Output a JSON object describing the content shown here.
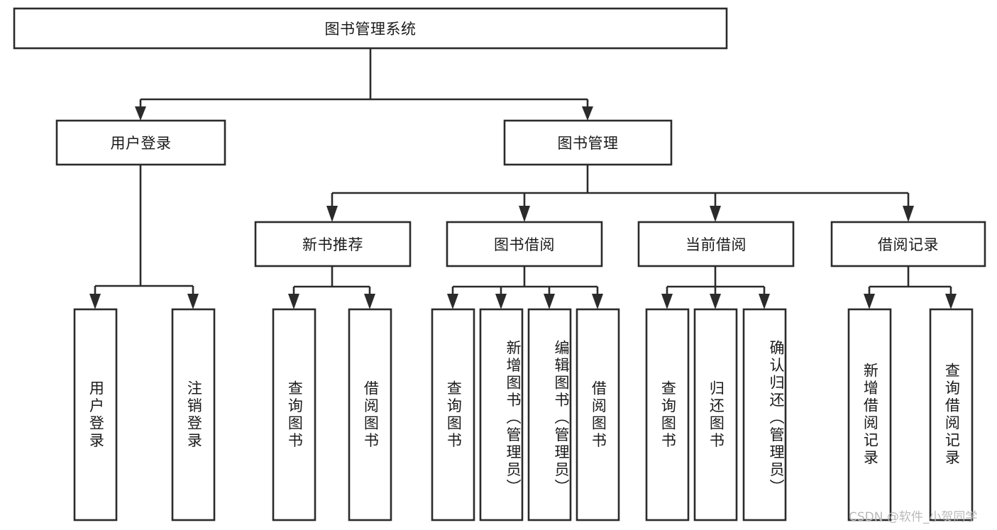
{
  "diagram": {
    "title": "图书管理系统",
    "type": "tree-hierarchy-diagram",
    "watermark": "CSDN @软件_小贺同学",
    "colors": {
      "stroke": "#2b2b2b",
      "fill": "#ffffff",
      "text": "#1a1a1a",
      "watermark": "#b9b9b9"
    },
    "root": {
      "label": "图书管理系统"
    },
    "level2": [
      {
        "label": "用户登录"
      },
      {
        "label": "图书管理"
      }
    ],
    "level3": [
      {
        "label": "新书推荐"
      },
      {
        "label": "图书借阅"
      },
      {
        "label": "当前借阅"
      },
      {
        "label": "借阅记录"
      }
    ],
    "leaves": {
      "user_login": [
        {
          "label": "用户登录"
        },
        {
          "label": "注销登录"
        }
      ],
      "new_book": [
        {
          "label": "查询图书"
        },
        {
          "label": "借阅图书"
        }
      ],
      "book_borrow": [
        {
          "label": "查询图书"
        },
        {
          "label": "新增图书（管理员）"
        },
        {
          "label": "编辑图书（管理员）"
        },
        {
          "label": "借阅图书"
        }
      ],
      "current_borrow": [
        {
          "label": "查询图书"
        },
        {
          "label": "归还图书"
        },
        {
          "label": "确认归还（管理员）"
        }
      ],
      "borrow_record": [
        {
          "label": "新增借阅记录"
        },
        {
          "label": "查询借阅记录"
        }
      ]
    }
  }
}
